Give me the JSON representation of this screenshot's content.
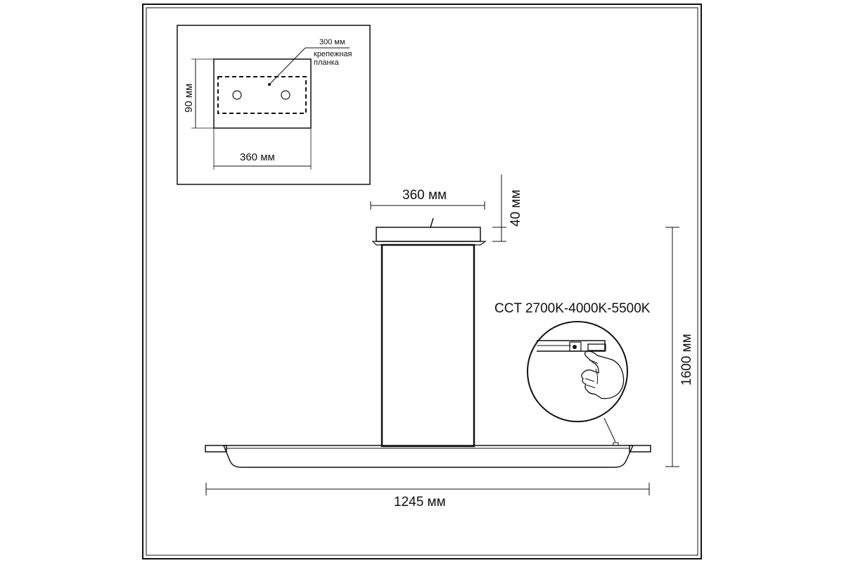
{
  "inset": {
    "width_label": "360 мм",
    "height_label": "90 мм",
    "plate_width_label": "300 мм",
    "plate_label_line1": "крепежная",
    "plate_label_line2": "планка"
  },
  "main": {
    "canopy_width_label": "360 мм",
    "canopy_height_label": "40 мм",
    "total_height_label": "1600 мм",
    "total_width_label": "1245 мм",
    "cct_label": "CCT 2700K-4000K-5500K"
  },
  "colors": {
    "line": "#111111",
    "background": "#ffffff"
  }
}
